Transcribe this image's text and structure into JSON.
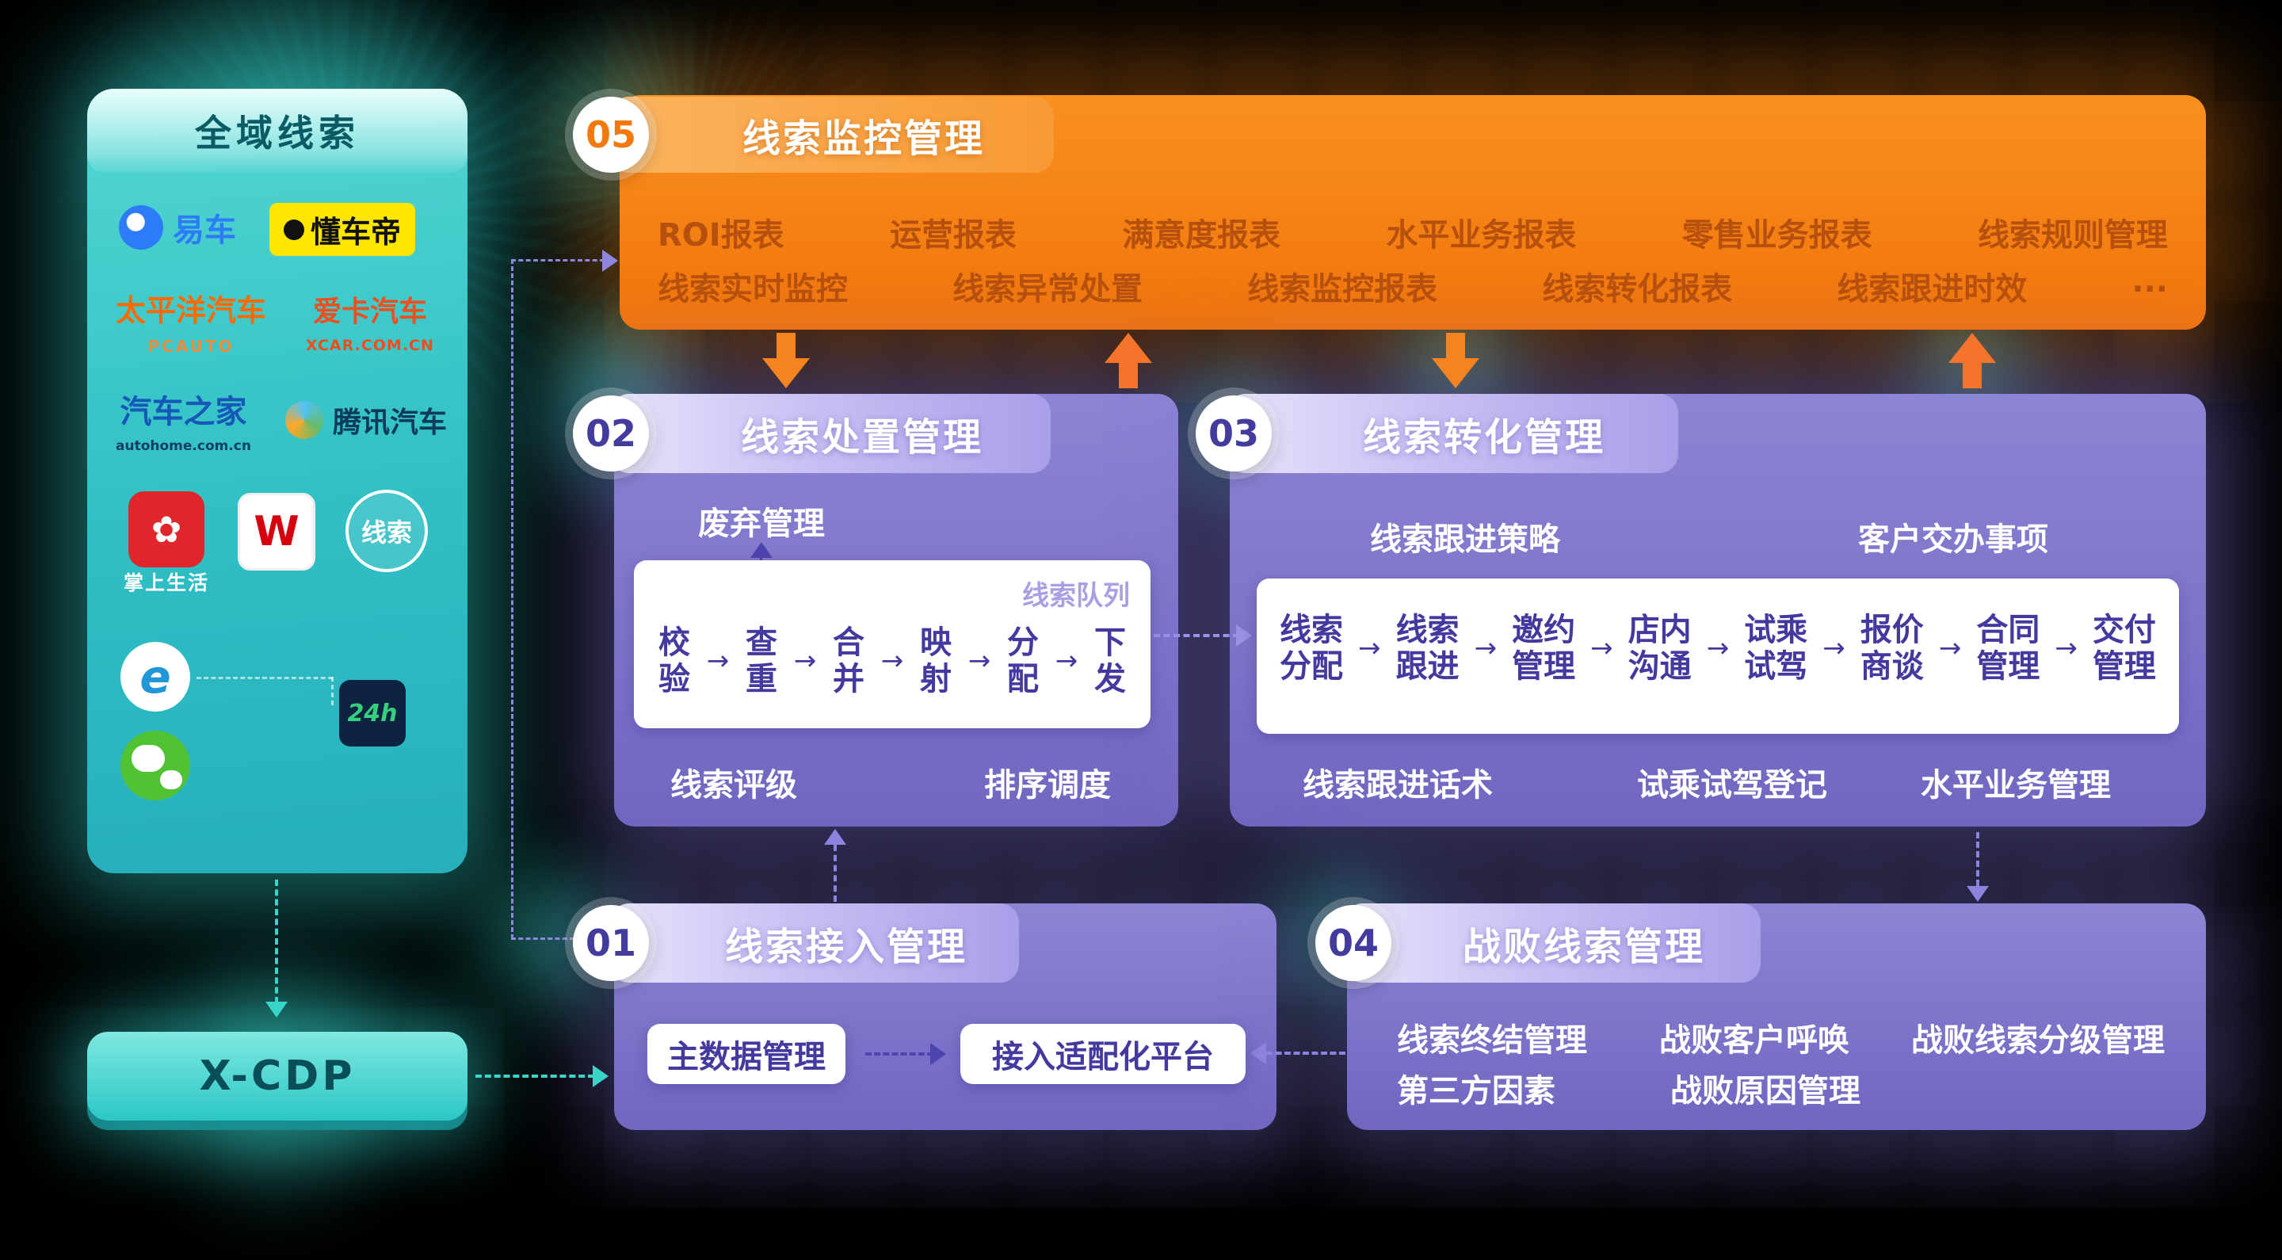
{
  "sidebar": {
    "title": "全域线索",
    "logos": {
      "yiche": "易车",
      "dongchedi": "懂车帝",
      "pcauto": "太平洋汽车",
      "pcauto_sub": "PCAUTO",
      "xcar": "爱卡汽车",
      "xcar_sub": "XCAR.COM.CN",
      "autohome": "汽车之家",
      "autohome_sub": "autohome.com.cn",
      "tencent": "腾讯汽车",
      "cmblife": "掌上生活",
      "cmblife_icon": "✿",
      "w": "W",
      "xiansuo": "线索",
      "ie": "e",
      "h24": "24h"
    }
  },
  "xcdp": {
    "label": "X-CDP"
  },
  "modules": {
    "m05": {
      "number": "05",
      "title": "线索监控管理",
      "row1": [
        "ROI报表",
        "运营报表",
        "满意度报表",
        "水平业务报表",
        "零售业务报表",
        "线索规则管理"
      ],
      "row2": [
        "线索实时监控",
        "线索异常处置",
        "线索监控报表",
        "线索转化报表",
        "线索跟进时效",
        "..."
      ]
    },
    "m02": {
      "number": "02",
      "title": "线索处置管理",
      "discard_label": "废弃管理",
      "queue_label": "线索队列",
      "steps": [
        "校验",
        "查重",
        "合并",
        "映射",
        "分配",
        "下发"
      ],
      "bottom_labels": [
        "线索评级",
        "排序调度"
      ]
    },
    "m03": {
      "number": "03",
      "title": "线索转化管理",
      "top_labels": [
        "线索跟进策略",
        "客户交办事项"
      ],
      "steps": [
        "线索分配",
        "线索跟进",
        "邀约管理",
        "店内沟通",
        "试乘试驾",
        "报价商谈",
        "合同管理",
        "交付管理"
      ],
      "bottom_labels": [
        "线索跟进话术",
        "试乘试驾登记",
        "水平业务管理"
      ]
    },
    "m01": {
      "number": "01",
      "title": "线索接入管理",
      "items": [
        "主数据管理",
        "接入适配化平台"
      ]
    },
    "m04": {
      "number": "04",
      "title": "战败线索管理",
      "row1": [
        "线索终结管理",
        "战败客户呼唤",
        "战败线索分级管理"
      ],
      "row2": [
        "第三方因素",
        "战败原因管理"
      ]
    }
  }
}
